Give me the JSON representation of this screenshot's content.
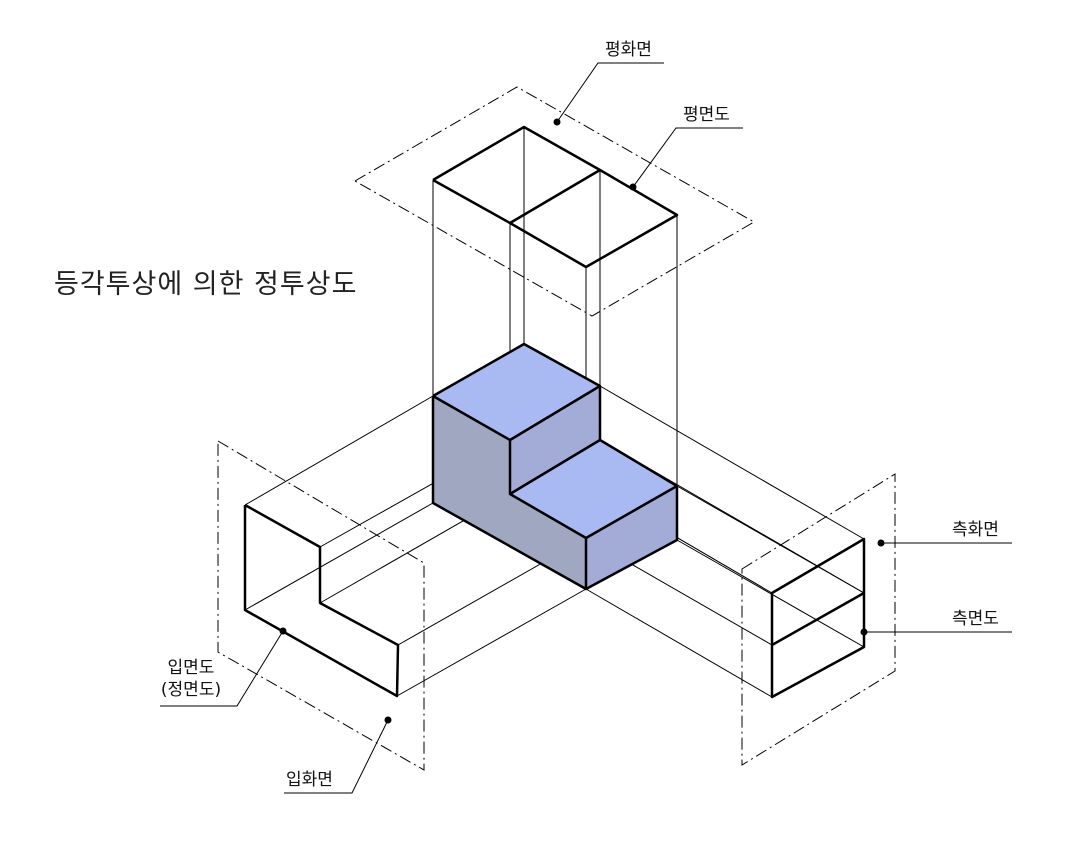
{
  "title": "등각투상에 의한 정투상도",
  "labels": {
    "horizontal_plane": "평화면",
    "top_view": "평면도",
    "profile_plane": "측화면",
    "side_view": "측면도",
    "front_view_line1": "입면도",
    "front_view_line2": "(정면도)",
    "frontal_plane": "입화면"
  },
  "colors": {
    "top_face": "#a9b9f2",
    "front_face": "#a0a7c0",
    "side_face": "#a2acd6",
    "line": "#000000"
  }
}
